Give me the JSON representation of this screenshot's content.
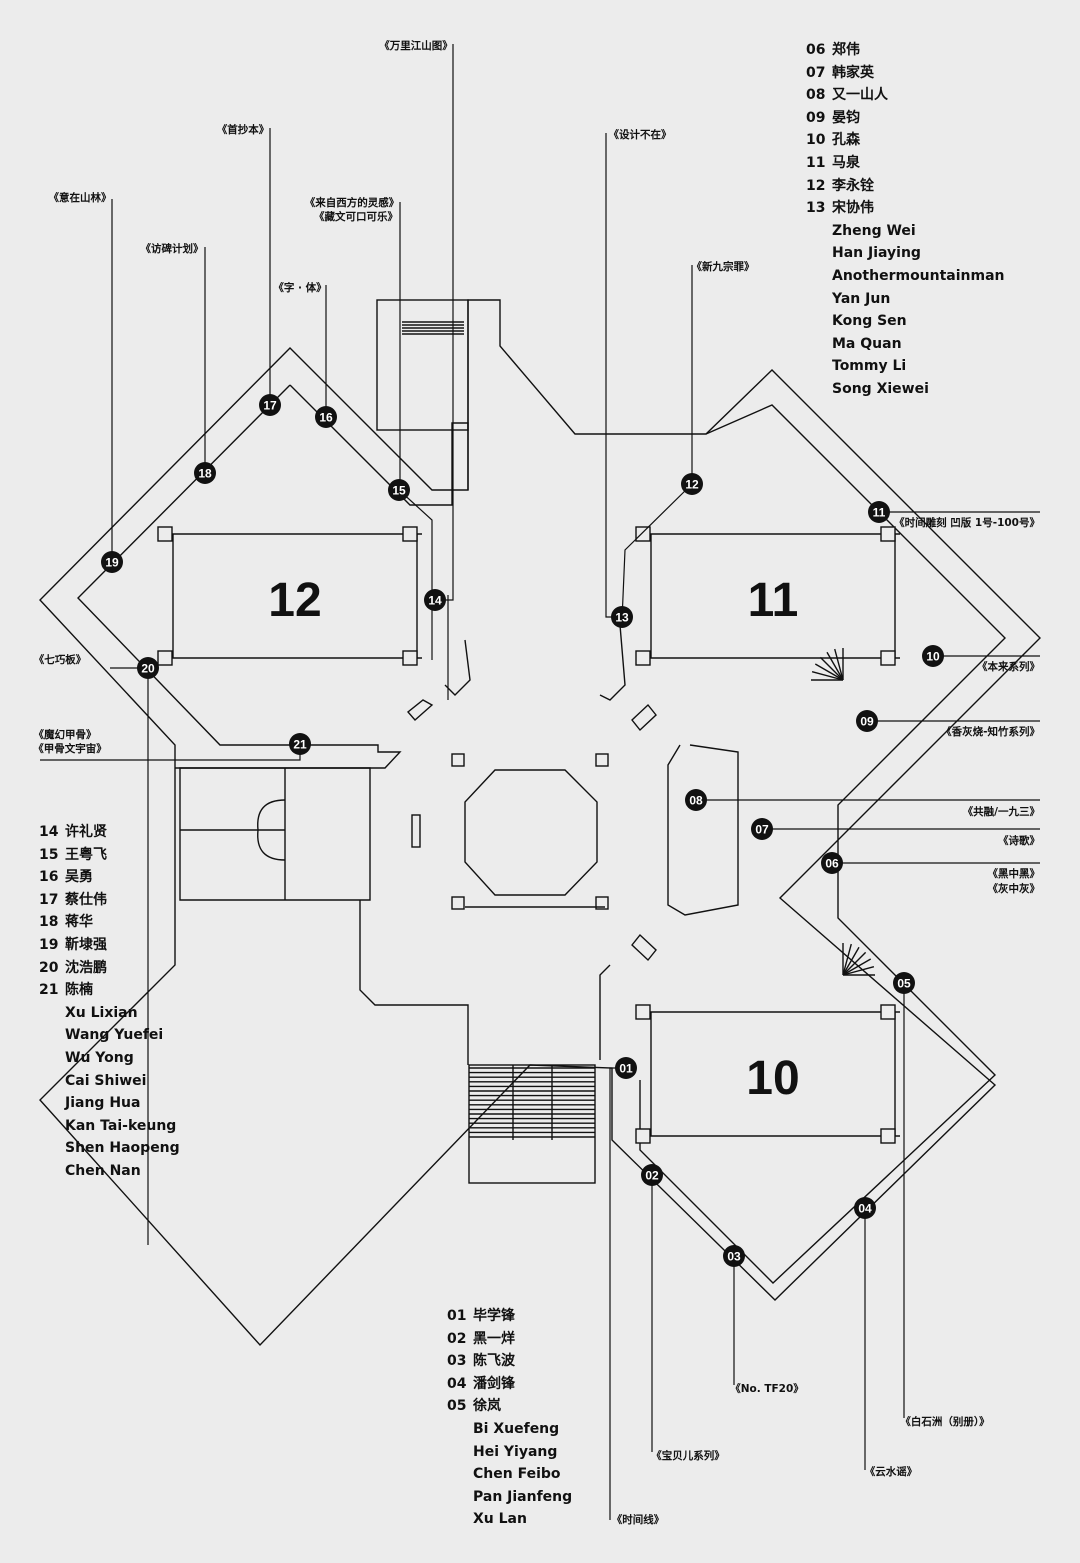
{
  "halls": [
    {
      "id": "hall-12",
      "label": "12"
    },
    {
      "id": "hall-11",
      "label": "11"
    },
    {
      "id": "hall-10",
      "label": "10"
    }
  ],
  "markers": [
    "01",
    "02",
    "03",
    "04",
    "05",
    "06",
    "07",
    "08",
    "09",
    "10",
    "11",
    "12",
    "13",
    "14",
    "15",
    "16",
    "17",
    "18",
    "19",
    "20",
    "21"
  ],
  "works": [
    {
      "key": "w-wanli",
      "marker": "14",
      "text": "《万里江山图》"
    },
    {
      "key": "w-shouchao",
      "marker": "17",
      "text": "《首抄本》"
    },
    {
      "key": "w-sheji",
      "marker": "13",
      "text": "《设计不在》"
    },
    {
      "key": "w-yizai",
      "marker": "19",
      "text": "《意在山林》"
    },
    {
      "key": "w-fangbei",
      "marker": "18",
      "text": "《访碑计划》"
    },
    {
      "key": "w-laizi",
      "marker": "15",
      "text": "《来自西方的灵感》"
    },
    {
      "key": "w-zangwen",
      "marker": "15",
      "text": "《藏文可口可乐》"
    },
    {
      "key": "w-ziti",
      "marker": "16",
      "text": "《字 · 体》"
    },
    {
      "key": "w-xinjiu",
      "marker": "12",
      "text": "《新九宗罪》"
    },
    {
      "key": "w-shijian",
      "marker": "11",
      "text": "《时间雕刻 凹版 1号-100号》"
    },
    {
      "key": "w-qiqiao",
      "marker": "20",
      "text": "《七巧板》"
    },
    {
      "key": "w-benlai",
      "marker": "10",
      "text": "《本来系列》"
    },
    {
      "key": "w-mohuan",
      "marker": "21",
      "text": "《魔幻甲骨》"
    },
    {
      "key": "w-jiagu",
      "marker": "21",
      "text": "《甲骨文宇宙》"
    },
    {
      "key": "w-xianghui",
      "marker": "09",
      "text": "《香灰烧-知竹系列》"
    },
    {
      "key": "w-gongrong",
      "marker": "08",
      "text": "《共融/一九三》"
    },
    {
      "key": "w-shige",
      "marker": "07",
      "text": "《诗歌》"
    },
    {
      "key": "w-heizhong",
      "marker": "06",
      "text": "《黑中黑》"
    },
    {
      "key": "w-huizhong",
      "marker": "06",
      "text": "《灰中灰》"
    },
    {
      "key": "w-tf20",
      "marker": "03",
      "text": "《No. TF20》"
    },
    {
      "key": "w-baishi",
      "marker": "05",
      "text": "《白石洲（别册）》"
    },
    {
      "key": "w-baobei",
      "marker": "02",
      "text": "《宝贝儿系列》"
    },
    {
      "key": "w-yunshui",
      "marker": "04",
      "text": "《云水谣》"
    },
    {
      "key": "w-shijianxian",
      "marker": "01",
      "text": "《时间线》"
    }
  ],
  "legends": [
    {
      "id": "legend-top-right",
      "artists": [
        {
          "num": "06",
          "name": "郑伟"
        },
        {
          "num": "07",
          "name": "韩家英"
        },
        {
          "num": "08",
          "name": "又一山人"
        },
        {
          "num": "09",
          "name": "晏钧"
        },
        {
          "num": "10",
          "name": "孔森"
        },
        {
          "num": "11",
          "name": "马泉"
        },
        {
          "num": "12",
          "name": "李永铨"
        },
        {
          "num": "13",
          "name": "宋协伟"
        }
      ],
      "english": [
        "Zheng Wei",
        "Han Jiaying",
        "Anothermountainman",
        "Yan Jun",
        "Kong Sen",
        "Ma Quan",
        "Tommy Li",
        "Song Xiewei"
      ]
    },
    {
      "id": "legend-left",
      "artists": [
        {
          "num": "14",
          "name": "许礼贤"
        },
        {
          "num": "15",
          "name": "王粤飞"
        },
        {
          "num": "16",
          "name": "吴勇"
        },
        {
          "num": "17",
          "name": "蔡仕伟"
        },
        {
          "num": "18",
          "name": "蒋华"
        },
        {
          "num": "19",
          "name": "靳埭强"
        },
        {
          "num": "20",
          "name": "沈浩鹏"
        },
        {
          "num": "21",
          "name": "陈楠"
        }
      ],
      "english": [
        "Xu Lixian",
        "Wang Yuefei",
        "Wu Yong",
        "Cai Shiwei",
        "Jiang Hua",
        "Kan Tai-keung",
        "Shen Haopeng",
        "Chen Nan"
      ]
    },
    {
      "id": "legend-bottom",
      "artists": [
        {
          "num": "01",
          "name": "毕学锋"
        },
        {
          "num": "02",
          "name": "黑一烊"
        },
        {
          "num": "03",
          "name": "陈飞波"
        },
        {
          "num": "04",
          "name": "潘剑锋"
        },
        {
          "num": "05",
          "name": "徐岚"
        }
      ],
      "english": [
        "Bi Xuefeng",
        "Hei Yiyang",
        "Chen Feibo",
        "Pan Jianfeng",
        "Xu Lan"
      ]
    }
  ]
}
